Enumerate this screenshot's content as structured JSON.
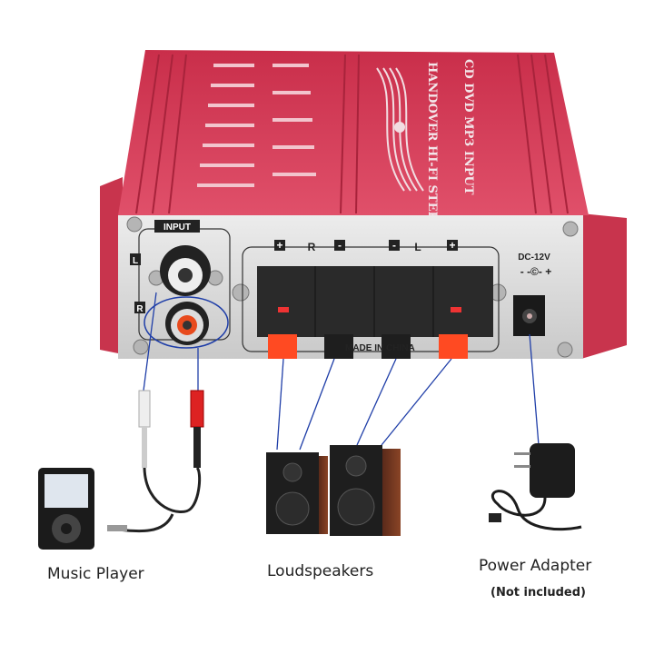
{
  "top_panel": {
    "line1": "CD DVD MP3 INPUT",
    "line2": "HANDOVER HI-FI STEREO"
  },
  "front_panel": {
    "input_label": "INPUT",
    "left_channel": "L",
    "right_channel": "R",
    "terminal_labels": [
      "+",
      "R",
      "-",
      "-",
      "L",
      "+"
    ],
    "dc_label": "DC-12V",
    "dc_polarity": "- -©- +",
    "terminal_print": "MADE IN CHINA"
  },
  "devices": {
    "music_player": "Music Player",
    "loudspeakers": "Loudspeakers",
    "power_adapter": "Power Adapter",
    "power_adapter_note": "(Not included)"
  },
  "colors": {
    "body": "#d63a55",
    "panel": "#d9d9d9",
    "wire": "#1f3ea8"
  }
}
